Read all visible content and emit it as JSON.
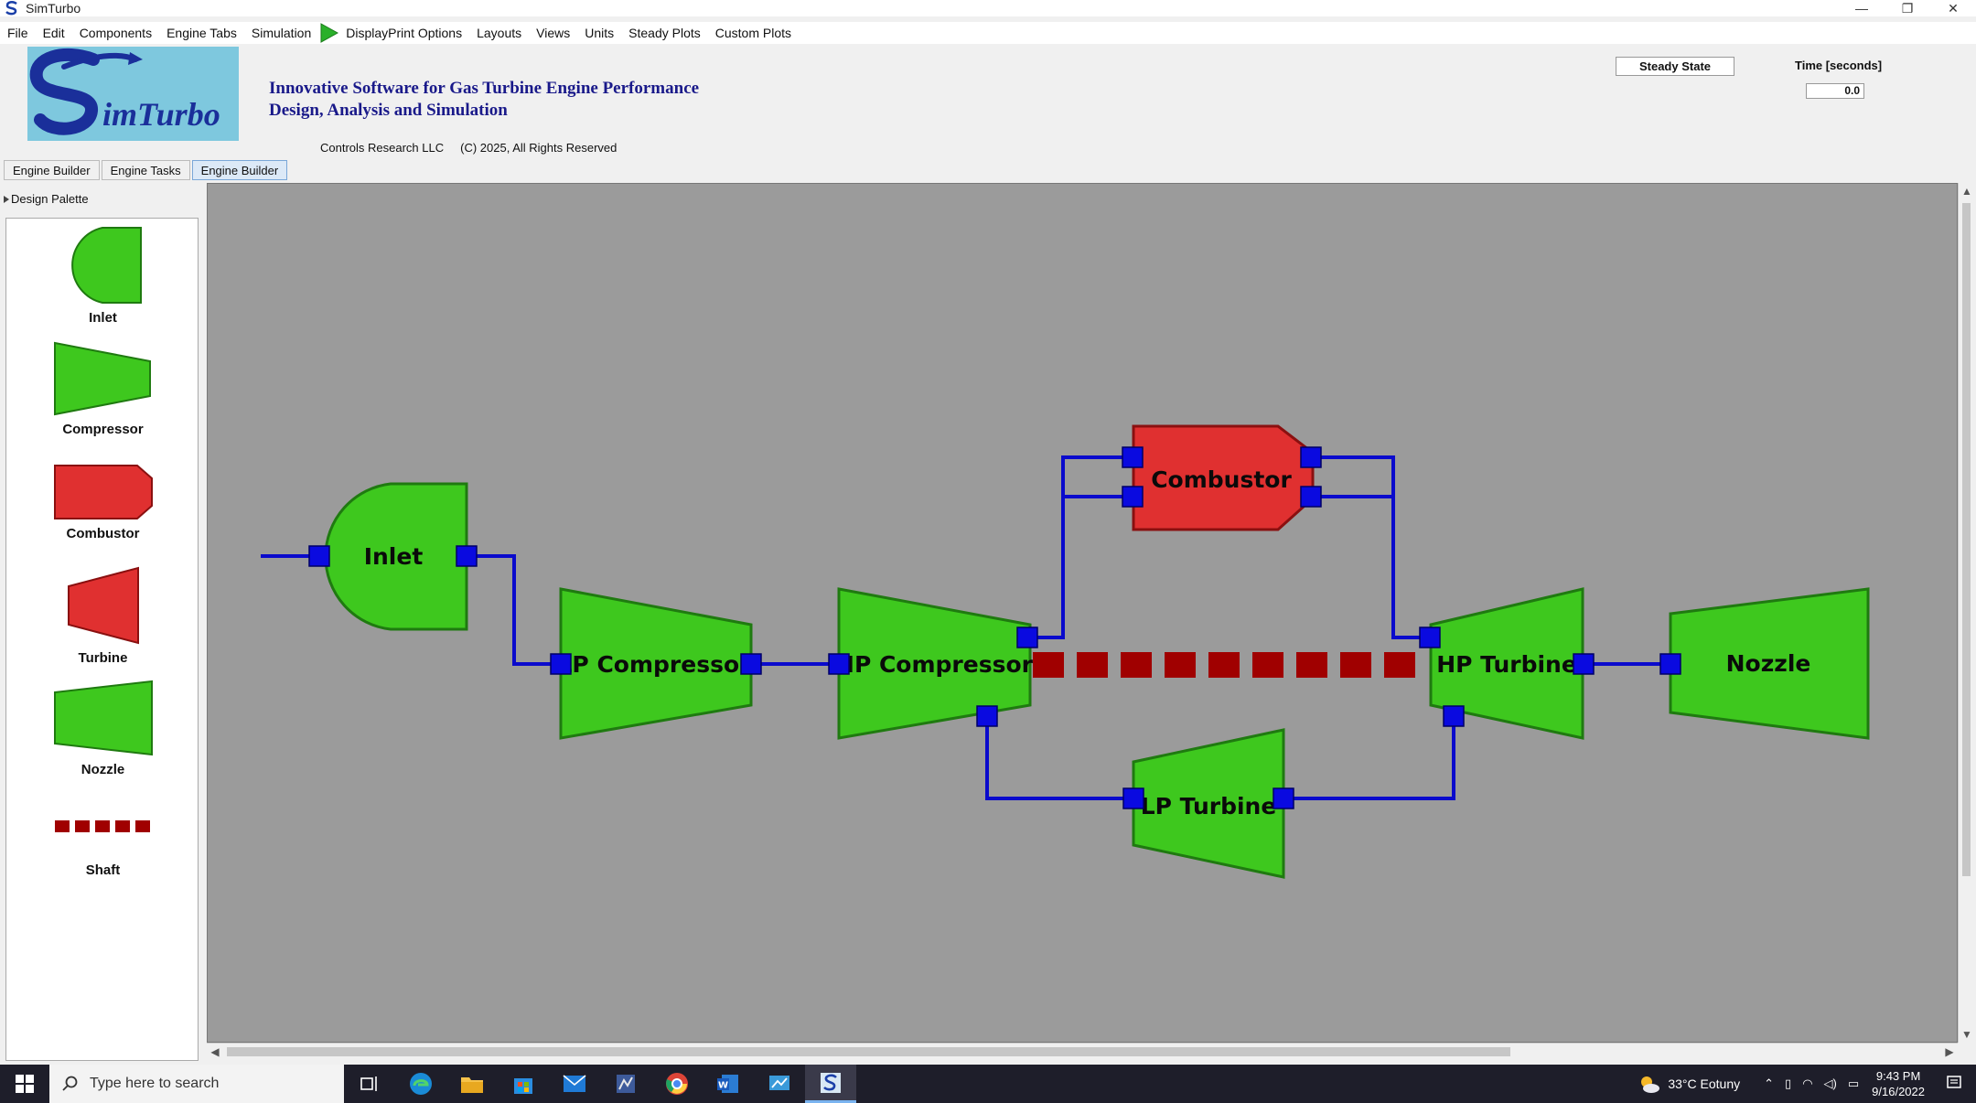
{
  "window": {
    "title": "SimTurbo",
    "controls": {
      "minimize": "—",
      "restore": "❐",
      "close": "✕"
    }
  },
  "menu": {
    "items": [
      "File",
      "Edit",
      "Components",
      "Engine Tabs",
      "Simulation"
    ],
    "items_after_play": [
      "DisplayPrint Options",
      "Layouts",
      "Views",
      "Units",
      "Steady Plots",
      "Custom Plots"
    ],
    "play_icon": "play-triangle-icon",
    "play_color": "#2ab02a"
  },
  "header": {
    "logo_text": "imTurbo",
    "tagline_line1": "Innovative Software for Gas Turbine Engine Performance",
    "tagline_line2": "Design, Analysis and Simulation",
    "company": "Controls Research LLC",
    "copyright": "(C) 2025,  All Rights Reserved",
    "state": "Steady State",
    "time_label": "Time [seconds]",
    "time_value": "0.0"
  },
  "tabs": [
    {
      "label": "Engine Builder",
      "active": false
    },
    {
      "label": "Engine Tasks",
      "active": false
    },
    {
      "label": "Engine Builder",
      "active": true
    }
  ],
  "palette": {
    "header": "Design Palette",
    "items": [
      {
        "label": "Inlet",
        "icon": "inlet-shape-icon"
      },
      {
        "label": "Compressor",
        "icon": "compressor-shape-icon"
      },
      {
        "label": "Combustor",
        "icon": "combustor-shape-icon"
      },
      {
        "label": "Turbine",
        "icon": "turbine-shape-icon"
      },
      {
        "label": "Nozzle",
        "icon": "nozzle-shape-icon"
      },
      {
        "label": "Shaft",
        "icon": "shaft-dashes-icon"
      }
    ]
  },
  "diagram": {
    "nodes": {
      "inlet": "Inlet",
      "lp_compressor": "LP Compressor",
      "hp_compressor": "HP Compressor",
      "combustor": "Combustor",
      "hp_turbine": "HP Turbine",
      "lp_turbine": "LP Turbine",
      "nozzle": "Nozzle"
    },
    "colors": {
      "canvas": "#9b9b9b",
      "component_green": "#3ec81e",
      "combustor_red": "#e03030",
      "connector": "#0a0acc",
      "port": "#0a0ae0",
      "shaft": "#a00000"
    }
  },
  "taskbar": {
    "search_placeholder": "Type here to search",
    "weather": "33°C  Eotuny",
    "time": "9:43 PM",
    "date": "9/16/2022"
  }
}
